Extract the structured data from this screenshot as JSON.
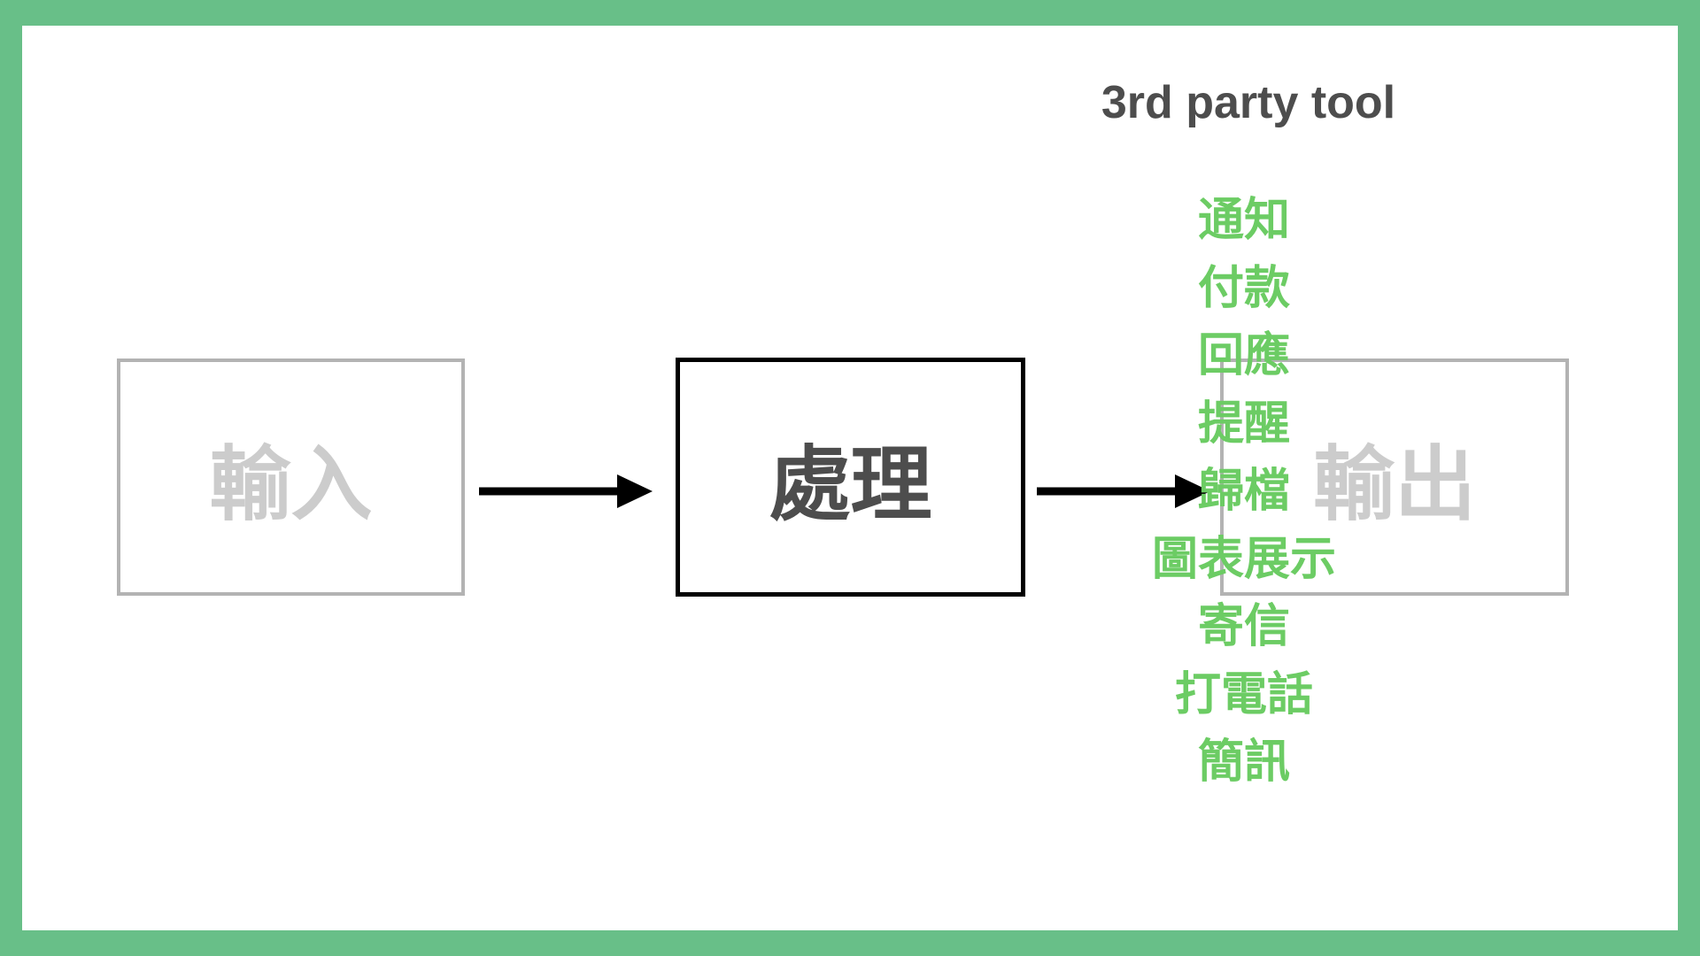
{
  "diagram": {
    "nodes": [
      {
        "id": "input",
        "label": "輸入"
      },
      {
        "id": "process",
        "label": "處理"
      },
      {
        "id": "output",
        "label": "輸出"
      }
    ],
    "tool_title": "3rd party tool",
    "tools": [
      "通知",
      "付款",
      "回應",
      "提醒",
      "歸檔",
      "圖表展示",
      "寄信",
      "打電話",
      "簡訊"
    ]
  },
  "colors": {
    "frame": "#68bf88",
    "tools_text": "#6ccc64",
    "dim_box": "#b3b3b3",
    "dim_text": "#cccccc",
    "active_text": "#4d4d4d"
  }
}
